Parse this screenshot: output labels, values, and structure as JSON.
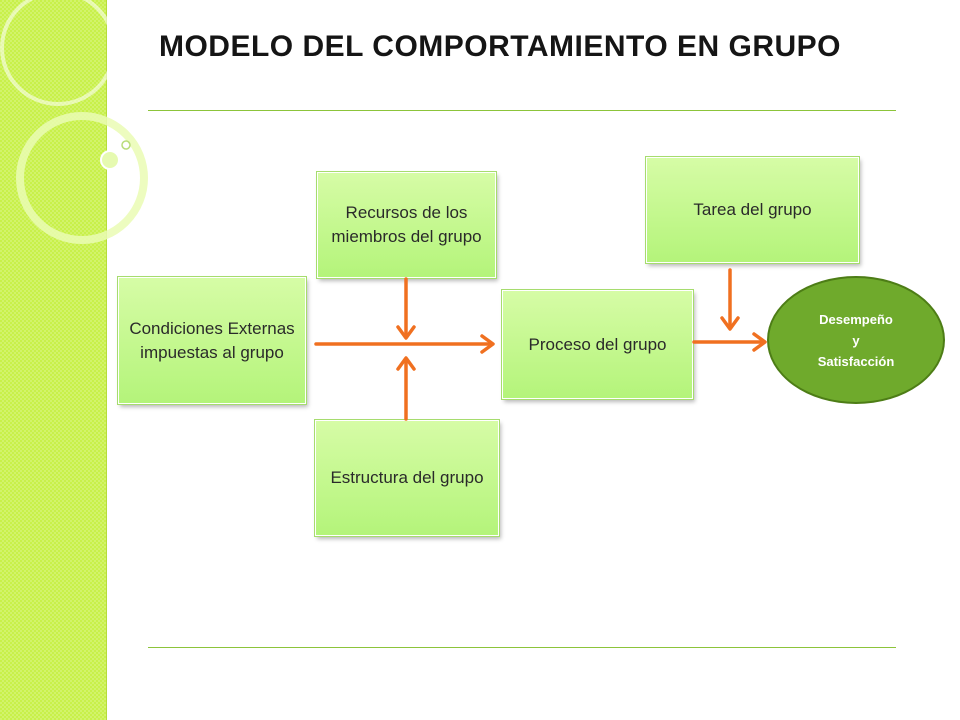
{
  "title": "MODELO DEL COMPORTAMIENTO EN GRUPO",
  "boxes": {
    "condiciones": "Condiciones Externas impuestas al grupo",
    "recursos": "Recursos de los miembros del grupo",
    "estructura": "Estructura del grupo",
    "proceso": "Proceso del grupo",
    "tarea": "Tarea del grupo"
  },
  "outcome": {
    "line1": "Desempeño",
    "line2": "y",
    "line3": "Satisfacción"
  },
  "colors": {
    "sidebar": "#c8f04a",
    "box_fill": "#b4f47a",
    "arrow": "#f07020",
    "outcome_fill": "#6faa2c",
    "rule": "#8cc43a"
  }
}
